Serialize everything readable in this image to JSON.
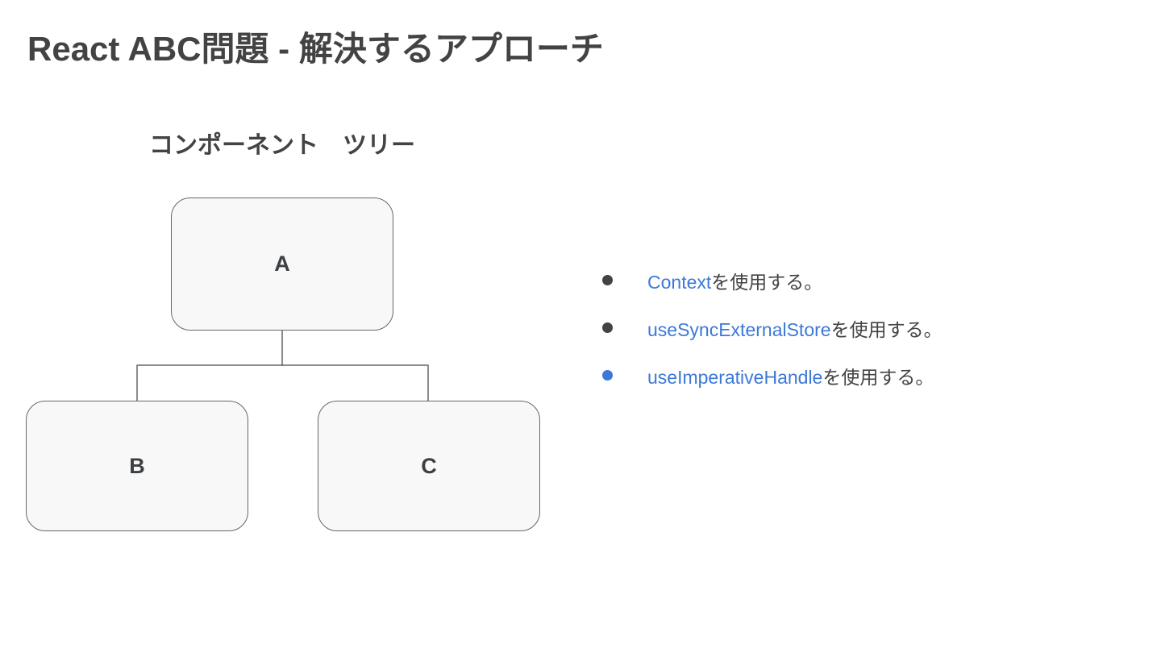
{
  "slide": {
    "title": "React ABC問題 - 解決するアプローチ",
    "diagram": {
      "caption": "コンポーネント　ツリー",
      "nodes": [
        {
          "id": "A",
          "label": "A"
        },
        {
          "id": "B",
          "label": "B"
        },
        {
          "id": "C",
          "label": "C"
        }
      ],
      "edges": [
        {
          "from": "A",
          "to": "B"
        },
        {
          "from": "A",
          "to": "C"
        }
      ]
    },
    "approaches": [
      {
        "link": "Context",
        "suffix": "を使用する。",
        "bullet_color": "#434343"
      },
      {
        "link": "useSyncExternalStore",
        "suffix": "を使用する。",
        "bullet_color": "#434343"
      },
      {
        "link": "useImperativeHandle",
        "suffix": "を使用する。",
        "bullet_color": "#3c78d8"
      }
    ],
    "colors": {
      "text": "#434343",
      "link": "#3c78d8",
      "node_border": "#666666",
      "node_fill": "#f8f8f8",
      "connector": "#666666",
      "background": "#ffffff"
    }
  }
}
